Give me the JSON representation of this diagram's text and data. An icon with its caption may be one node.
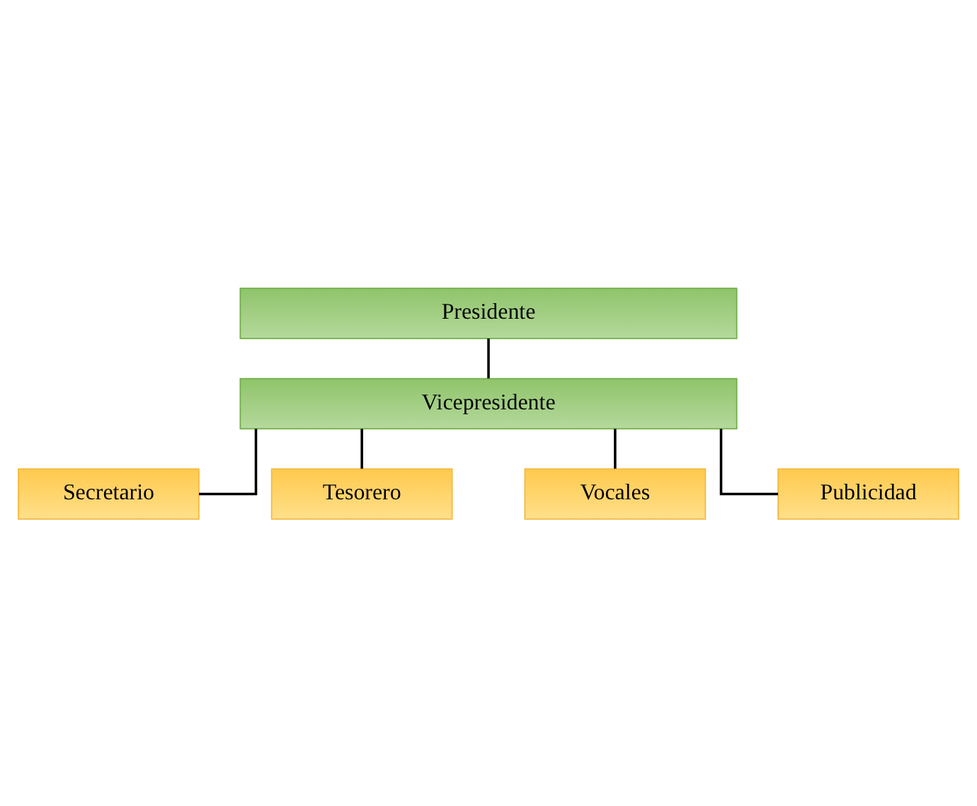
{
  "diagram": {
    "nodes": [
      {
        "text": [
          "Presidente"
        ]
      },
      {
        "text": [
          "Vicepresidente"
        ]
      },
      {
        "text": [
          "Secretario"
        ]
      },
      {
        "text": [
          "Tesorero"
        ]
      },
      {
        "text": [
          "Vocales"
        ]
      },
      {
        "text": [
          "Publicidad"
        ]
      }
    ],
    "edges": [
      {
        "from": 0,
        "to": 1,
        "arrow": "none"
      },
      {
        "from": 1,
        "to": 2,
        "arrow": "none"
      },
      {
        "from": 1,
        "to": 3,
        "arrow": "none"
      },
      {
        "from": 1,
        "to": 4,
        "arrow": "none"
      },
      {
        "from": 1,
        "to": 5,
        "arrow": "none"
      }
    ]
  }
}
